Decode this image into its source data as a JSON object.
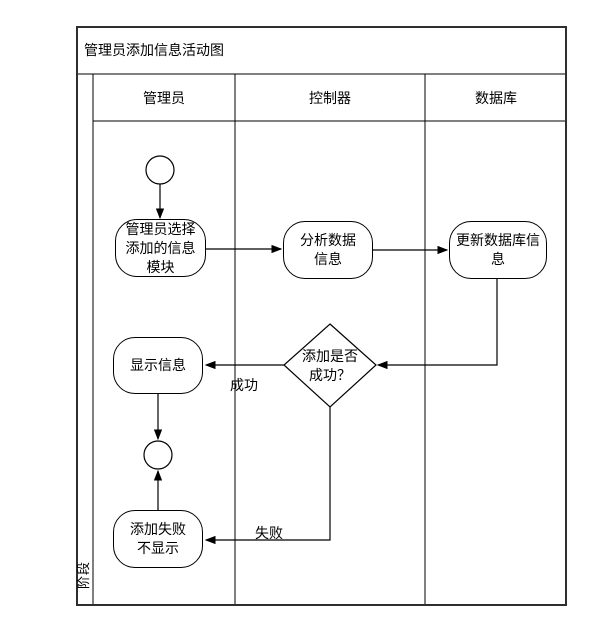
{
  "diagram": {
    "title": "管理员添加信息活动图",
    "phase_label": "阶段",
    "lanes": [
      {
        "label": "管理员"
      },
      {
        "label": "控制器"
      },
      {
        "label": "数据库"
      }
    ],
    "nodes": {
      "start": {
        "type": "initial-node"
      },
      "select_module": {
        "lines": [
          "管理员选择",
          "添加的信息",
          "模块"
        ]
      },
      "analyze": {
        "lines": [
          "分析数据",
          "信息"
        ]
      },
      "update_db": {
        "lines": [
          "更新数据库信",
          "息"
        ]
      },
      "decision": {
        "lines": [
          "添加是否",
          "成功？"
        ]
      },
      "display_info": {
        "lines": [
          "显示信息"
        ]
      },
      "fail_no_display": {
        "lines": [
          "添加失败",
          "不显示"
        ]
      },
      "end": {
        "type": "final-node"
      }
    },
    "edge_labels": {
      "success": "成功",
      "failure": "失败"
    },
    "colors": {
      "stroke": "#000000",
      "fill": "#ffffff"
    }
  }
}
